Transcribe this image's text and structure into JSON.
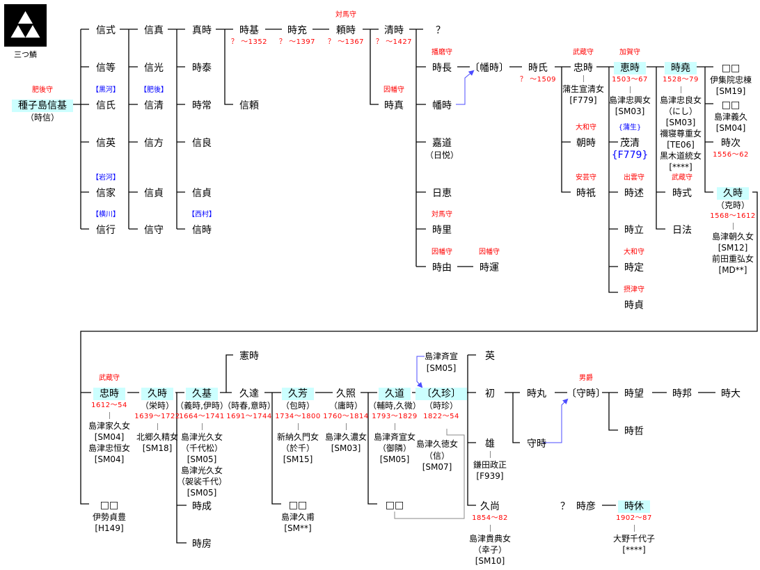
{
  "logo": {
    "caption": "三つ鱗"
  },
  "colors": {
    "highlight": "#ccffff",
    "title": "#ff0000",
    "note_blue": "#0000ff",
    "arrow": "#0000ff"
  },
  "nodes": {
    "root": {
      "title": "肥後守",
      "name": "種子島信基",
      "hl": true,
      "alias": "（時信）"
    },
    "nobunori": {
      "name": "信式"
    },
    "nobura": {
      "name": "信等"
    },
    "nobuuji": {
      "title": "【黒河】",
      "title_color": "#0000ff",
      "name": "信氏"
    },
    "nobuhide": {
      "name": "信英"
    },
    "nobuie": {
      "title": "【岩河】",
      "title_color": "#0000ff",
      "name": "信家"
    },
    "nobuyuki": {
      "title": "【横川】",
      "title_color": "#0000ff",
      "name": "信行"
    },
    "nobuzane": {
      "name": "信真"
    },
    "nobumitsu": {
      "name": "信光"
    },
    "nobukiyo": {
      "title": "【肥後】",
      "title_color": "#0000ff",
      "name": "信清"
    },
    "nobukata": {
      "name": "信方"
    },
    "nobusada1": {
      "name": "信貞"
    },
    "nobumori": {
      "name": "信守"
    },
    "sanetoki": {
      "name": "真時"
    },
    "tokiyasu": {
      "name": "時泰"
    },
    "tokitsune": {
      "name": "時常"
    },
    "nobuyoshi": {
      "name": "信良"
    },
    "nobusada2": {
      "name": "信貞"
    },
    "nobutoki": {
      "title": "【西村】",
      "title_color": "#0000ff",
      "name": "信時"
    },
    "tokimoto": {
      "name": "時基",
      "dates": "？ ～1352"
    },
    "nobuyori": {
      "name": "信頼"
    },
    "tokimitsu": {
      "name": "時充",
      "dates": "？ ～1397"
    },
    "yoritoki": {
      "title": "対馬守",
      "name": "頼時",
      "dates": "？ ～1367"
    },
    "kiyotoki": {
      "name": "清時",
      "dates": "？ ～1427"
    },
    "tokizane": {
      "title": "因幡守",
      "name": "時真"
    },
    "unknown1": {
      "name": "？"
    },
    "tokinaga": {
      "title": "播磨守",
      "name": "時長"
    },
    "hatatoki_b": {
      "name": "〔幡時〕"
    },
    "hatatoki": {
      "name": "幡時"
    },
    "yoshimichi": {
      "name": "嘉道",
      "alias": "（日悦）"
    },
    "nichikei": {
      "name": "日恵"
    },
    "tokisato": {
      "title": "対馬守",
      "name": "時里"
    },
    "tokiyoshi": {
      "title": "因幡守",
      "name": "時由"
    },
    "tokiyuki": {
      "title": "因幡守",
      "name": "時運"
    },
    "tokiuji": {
      "name": "時氏",
      "dates": "？ ～1509"
    },
    "tadatoki1": {
      "title": "武蔵守",
      "name": "忠時",
      "spouses": [
        "蒲生宣清女",
        "[F779]"
      ]
    },
    "tomotoki": {
      "title": "大和守",
      "name": "朝時"
    },
    "tokimasa": {
      "title": "安芸守",
      "name": "時祇"
    },
    "shigetoki": {
      "title": "加賀守",
      "name": "恵時",
      "hl": true,
      "dates": "1503～67",
      "spouses": [
        "島津忠興女",
        "[SM03]"
      ]
    },
    "shigekiyo": {
      "title": "{蒲生}",
      "title_color": "#0000ff",
      "name": "茂清",
      "alias": "{F779}",
      "alias_color": "#0000ff"
    },
    "tokinobu": {
      "title": "出雲守",
      "name": "時述"
    },
    "tokitatsu": {
      "name": "時立"
    },
    "tokisada": {
      "title": "大和守",
      "name": "時定"
    },
    "tokisada2": {
      "title": "摂津守",
      "name": "時貞"
    },
    "tokitaka": {
      "name": "時堯",
      "hl": true,
      "dates": "1528～79",
      "spouses": [
        "島津忠良女",
        "（にし）",
        "[SM03]",
        "禰寝尊重女",
        "[TE06]",
        "黒木道統女",
        "[****]"
      ]
    },
    "tokinori": {
      "title": "武蔵守",
      "name": "時式"
    },
    "nichiho": {
      "name": "日法"
    },
    "dau1": {
      "name": "□□",
      "spouses_plain": [
        "伊集院忠棟",
        "[SM19]"
      ]
    },
    "dau2": {
      "name": "□□",
      "spouses_plain": [
        "島津義久",
        "[SM04]"
      ]
    },
    "tokitsugu": {
      "name": "時次",
      "dates": "1556～62"
    },
    "hisatoki1": {
      "name": "久時",
      "hl": true,
      "alias": "（克時）",
      "dates": "1568～1612",
      "spouses": [
        "島津朝久女",
        "[SM12]",
        "前田重弘女",
        "[MD**]"
      ]
    },
    "tadatoki2": {
      "title": "武蔵守",
      "name": "忠時",
      "hl": true,
      "dates": "1612～54",
      "spouses": [
        "島津家久女",
        "[SM04]",
        "島津忠恒女",
        "[SM04]"
      ]
    },
    "dau3": {
      "name": "□□",
      "spouses_plain": [
        "伊勢貞豊",
        "[H149]"
      ]
    },
    "hisatoki2": {
      "name": "久時",
      "hl": true,
      "alias": "（栄時）",
      "dates": "1639～1722",
      "spouses": [
        "北郷久精女",
        "[SM18]"
      ]
    },
    "hisamoto": {
      "name": "久基",
      "hl": true,
      "alias": "（義時,伊時）",
      "dates": "1664～1741",
      "spouses": [
        "島津光久女",
        "（千代松）",
        "[SM05]",
        "島津光久女",
        "（袈裟千代）",
        "[SM05]"
      ]
    },
    "tokinari": {
      "name": "時成"
    },
    "tokifusa": {
      "name": "時房"
    },
    "noritoki": {
      "name": "憲時"
    },
    "hisatatsu": {
      "name": "久達",
      "alias": "（時春,意時）",
      "dates": "1691～1744"
    },
    "hisayoshi": {
      "name": "久芳",
      "hl": true,
      "alias": "（包時）",
      "dates": "1734～1800",
      "spouses": [
        "新納久門女",
        "（於千）",
        "[SM15]"
      ]
    },
    "dau4": {
      "name": "□□",
      "spouses_plain": [
        "島津久甫",
        "[SM**]"
      ]
    },
    "hisateru": {
      "name": "久照",
      "alias": "（庸時）",
      "dates": "1760～1814",
      "spouses": [
        "島津久濃女",
        "[SM03]"
      ]
    },
    "hisamichi": {
      "name": "久道",
      "hl": true,
      "alias": "（輔時,久微）",
      "dates": "1793～1829",
      "spouses": [
        "島津斉宣女",
        "（御隣）",
        "[SM05]"
      ]
    },
    "dau5": {
      "name": "□□"
    },
    "narinobu": {
      "name": "島津斉宣",
      "alias": "[SM05]",
      "small": true
    },
    "hisatama": {
      "name": "〔久珍〕",
      "hl": true,
      "alias": "（時珍）",
      "dates": "1822～54"
    },
    "hisatama_sp": {
      "name": "島津久徳女",
      "alias": "（信）",
      "alias2": "[SM07]",
      "small": true
    },
    "hide": {
      "name": "英"
    },
    "hatsu": {
      "name": "初"
    },
    "yu": {
      "name": "雄",
      "spouses": [
        "鎌田政正",
        "[F939]"
      ]
    },
    "hisanao": {
      "name": "久尚",
      "dates": "1854～82",
      "spouses": [
        "島津貴典女",
        "（幸子）",
        "[SM10]"
      ]
    },
    "tokimaru": {
      "name": "時丸"
    },
    "moritoki": {
      "name": "守時"
    },
    "moritoki_b": {
      "title": "男爵",
      "name": "〔守時〕"
    },
    "tokimochi": {
      "name": "時望"
    },
    "tokiakira": {
      "name": "時哲"
    },
    "tokikuni": {
      "name": "時邦"
    },
    "tokihiro": {
      "name": "時大"
    },
    "unknown2": {
      "name": "？"
    },
    "tokihiko": {
      "name": "時彦"
    },
    "tokiyoshi2": {
      "name": "時休",
      "hl": true,
      "dates": "1902～87",
      "spouses": [
        "大野千代子",
        "[****]"
      ]
    }
  }
}
